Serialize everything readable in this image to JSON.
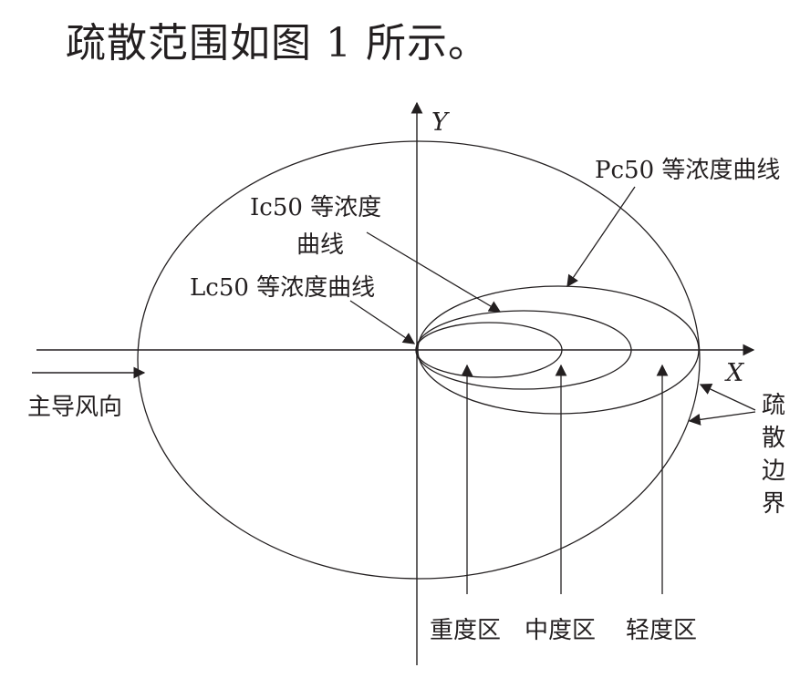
{
  "heading": "疏散范围如图 1 所示。",
  "axes": {
    "x": "X",
    "y": "Y"
  },
  "labels": {
    "pc50": "Pc50 等浓度曲线",
    "ic50_line1": "Ic50 等浓度",
    "ic50_line2": "曲线",
    "lc50": "Lc50 等浓度曲线",
    "wind": "主导风向",
    "evac_boundary": [
      "疏",
      "散",
      "边",
      "界"
    ],
    "zones": {
      "severe": "重度区",
      "medium": "中度区",
      "light": "轻度区"
    }
  },
  "colors": {
    "ink": "#231f20",
    "background": "#ffffff"
  }
}
